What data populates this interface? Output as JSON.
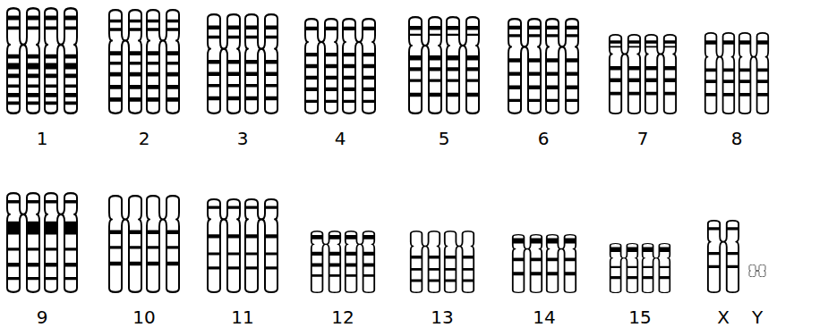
{
  "diagram": {
    "labels": [
      "1",
      "2",
      "3",
      "4",
      "5",
      "6",
      "7",
      "8",
      "9",
      "10",
      "11",
      "12",
      "13",
      "14",
      "15",
      "X",
      "Y"
    ]
  }
}
